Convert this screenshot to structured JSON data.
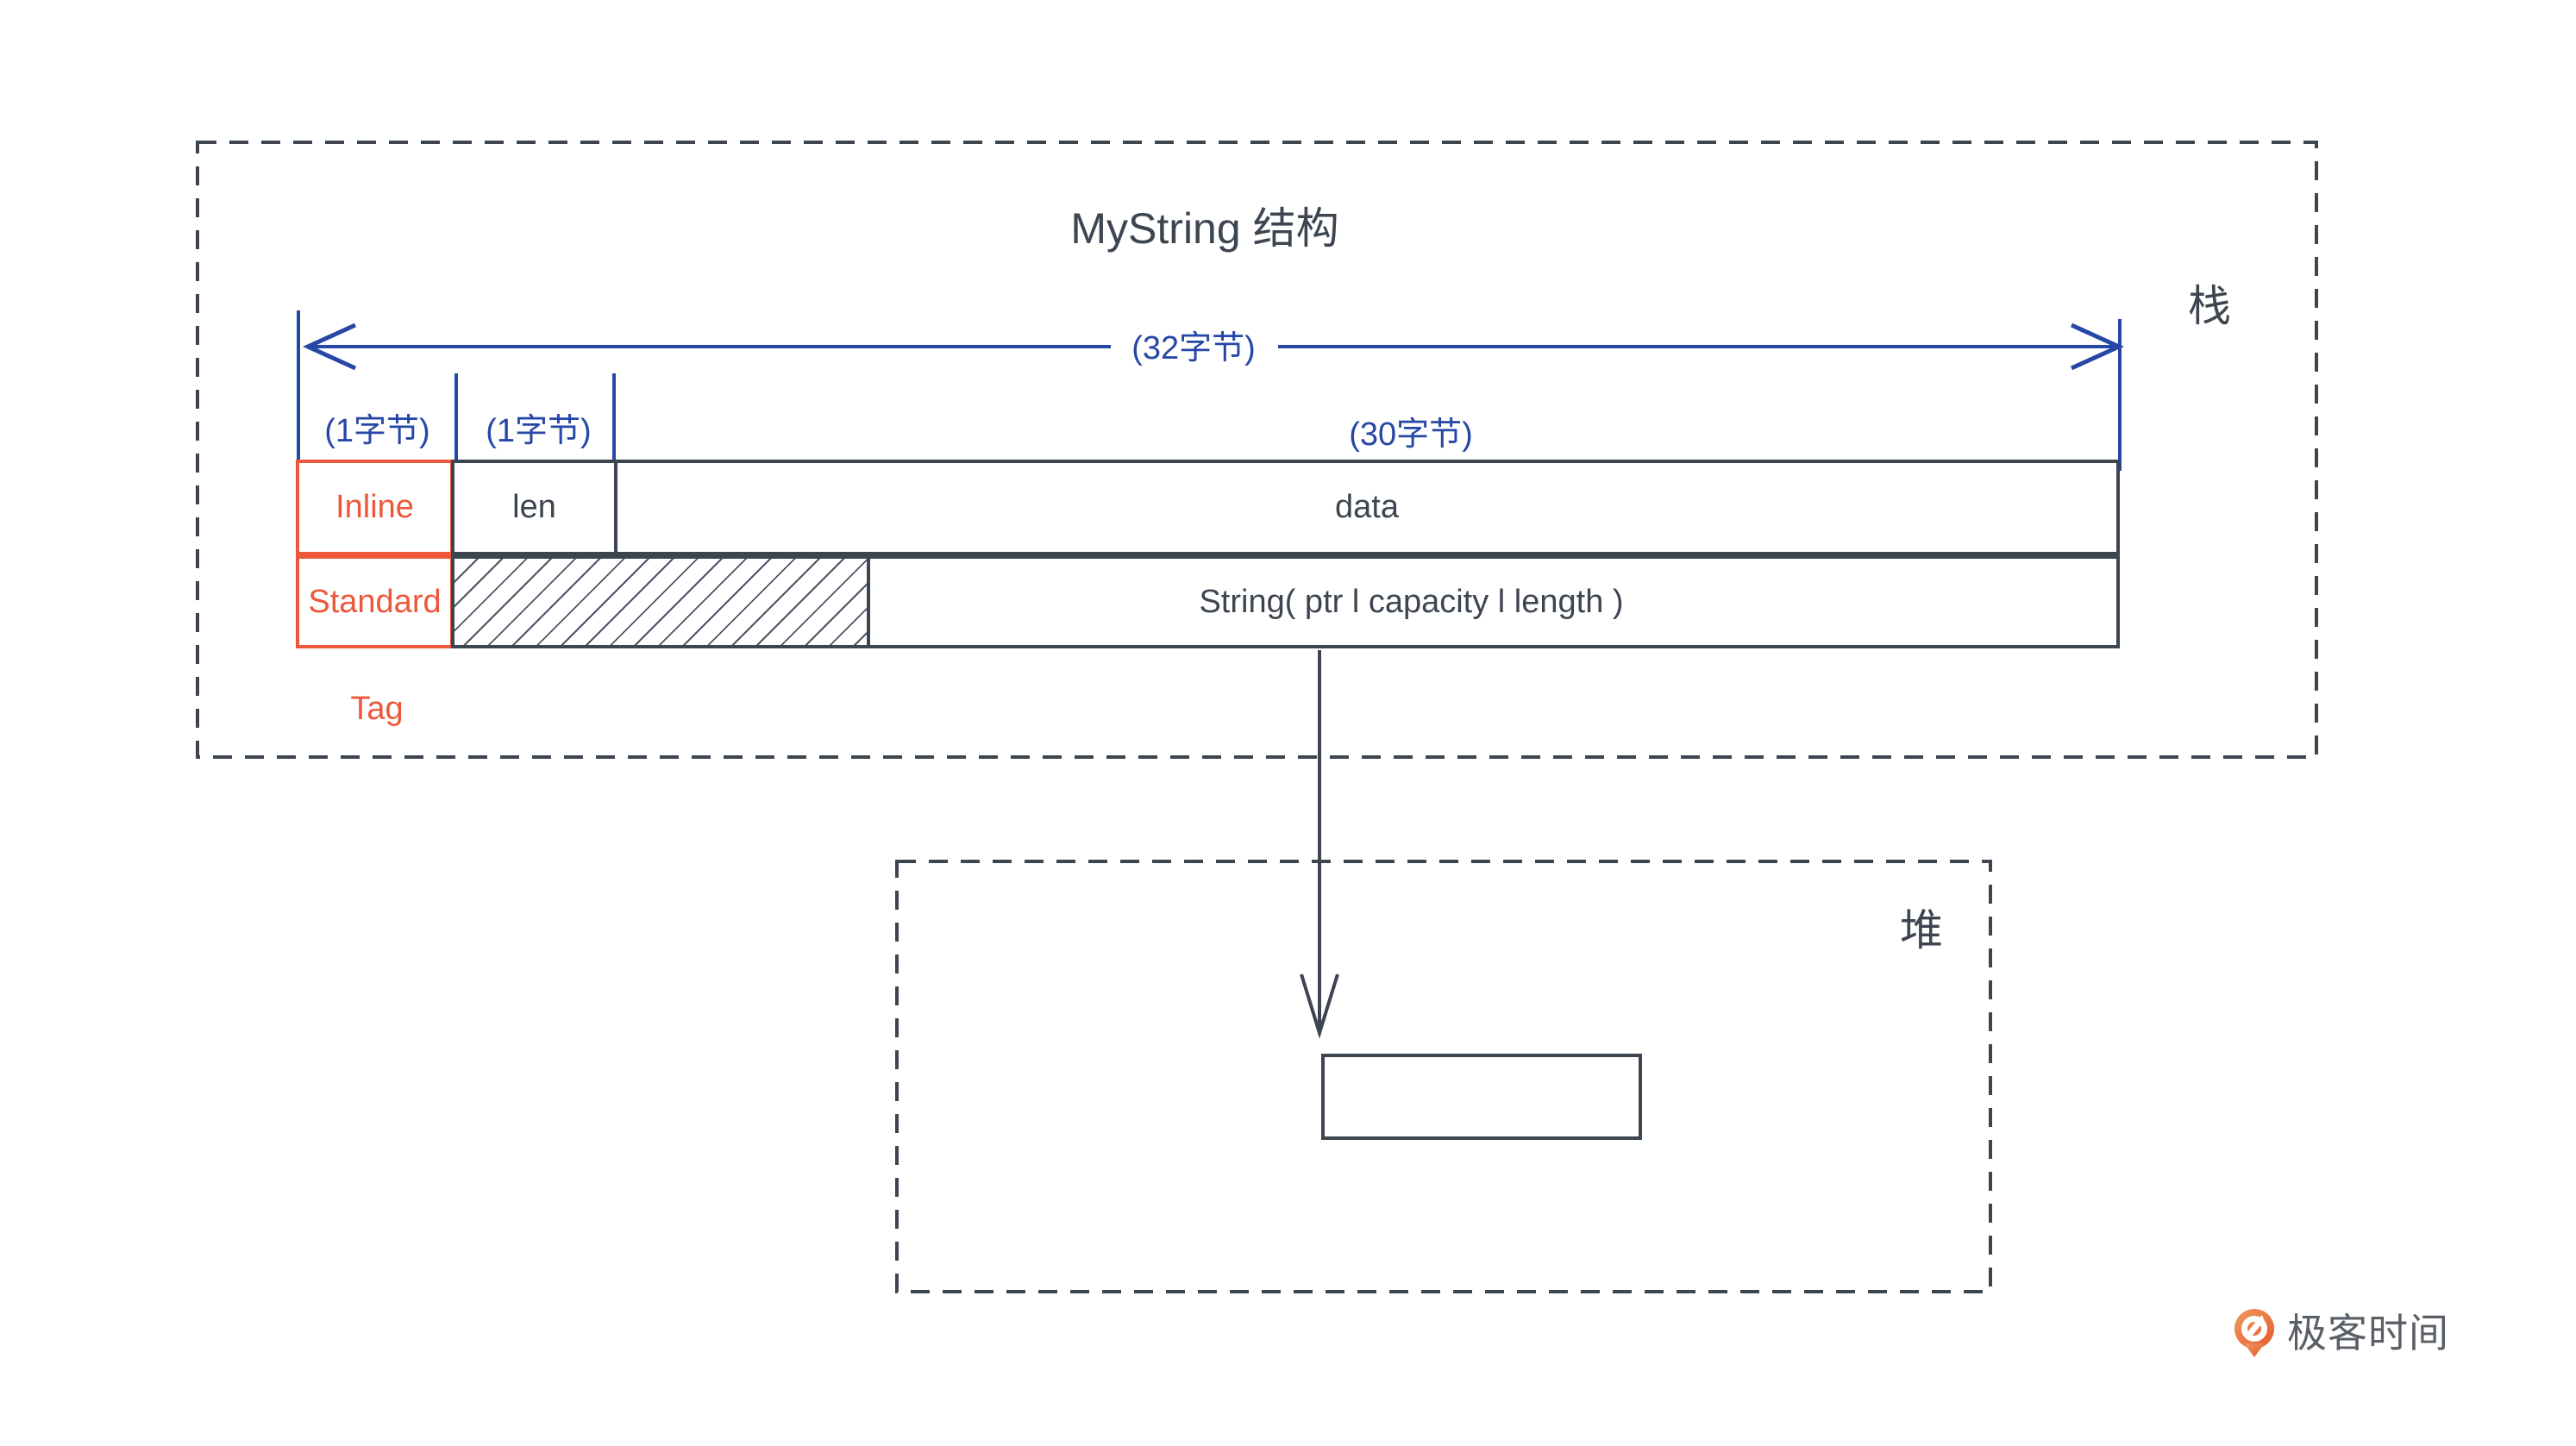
{
  "colors": {
    "ink": "#3D4550",
    "blue": "#2747A6",
    "orange": "#EC583B",
    "hatch-line": "#4A5666",
    "logo-text": "#5A5F66",
    "logo-orange-light": "#F09B5F",
    "logo-orange-dark": "#E4572E"
  },
  "stack": {
    "title": "MyString 结构",
    "region_label": "栈",
    "width_label": "(32字节)",
    "tag_byte_label": "(1字节)",
    "len_byte_label": "(1字节)",
    "data_byte_label": "(30字节)",
    "inline_row": {
      "tag": "Inline",
      "len": "len",
      "data": "data"
    },
    "standard_row": {
      "tag": "Standard",
      "payload": "String( ptr l capacity l length )"
    },
    "tag_column_label": "Tag"
  },
  "heap": {
    "region_label": "堆"
  },
  "footer": {
    "brand": "极客时间"
  }
}
